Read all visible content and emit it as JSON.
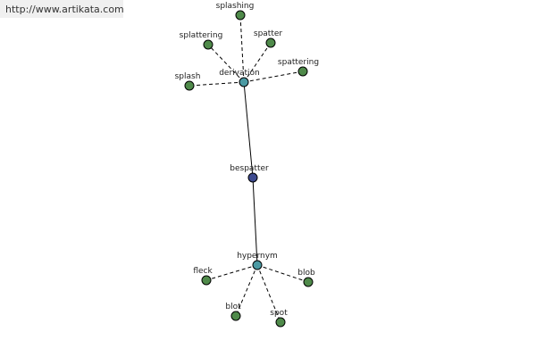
{
  "header": {
    "url": "http://www.artikata.com"
  },
  "colors": {
    "leaf": "#4f8a4a",
    "hub": "#4b9aa3",
    "center": "#3d4a8f"
  },
  "graph": {
    "center": {
      "label": "bespatter"
    },
    "hubs": {
      "derivation": {
        "label": "derivation"
      },
      "hypernym": {
        "label": "hypernym"
      }
    },
    "leaves": {
      "splashing": {
        "label": "splashing"
      },
      "splattering": {
        "label": "splattering"
      },
      "spatter": {
        "label": "spatter"
      },
      "spattering": {
        "label": "spattering"
      },
      "splash": {
        "label": "splash"
      },
      "fleck": {
        "label": "fleck"
      },
      "blob": {
        "label": "blob"
      },
      "blot": {
        "label": "blot"
      },
      "spot": {
        "label": "spot"
      }
    }
  }
}
